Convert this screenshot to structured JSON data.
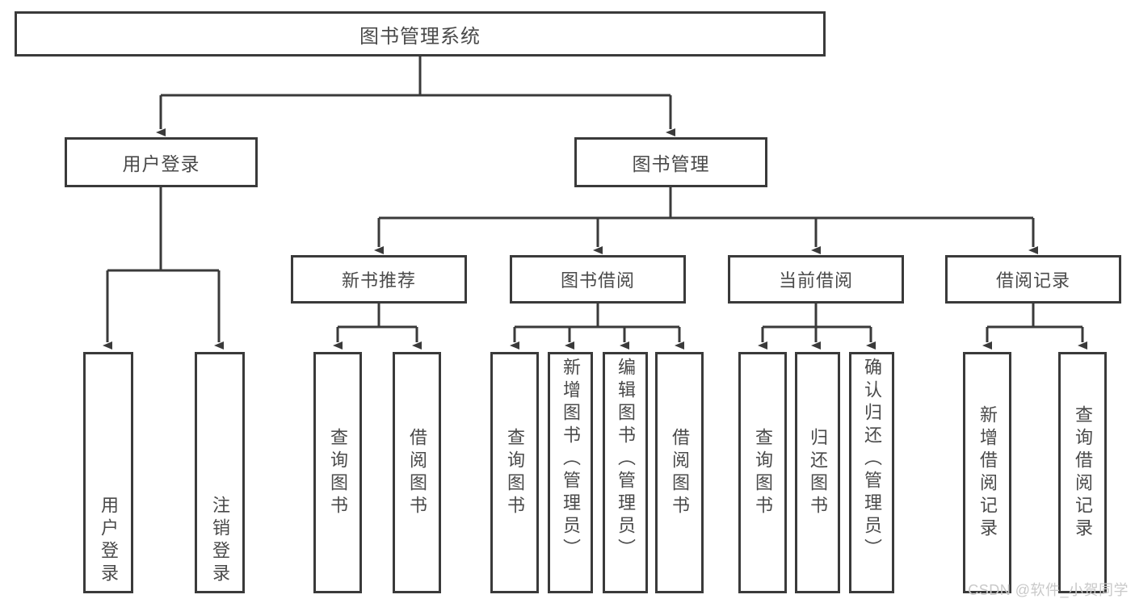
{
  "diagram": {
    "title": "图书管理系统",
    "type": "tree-hierarchy-flowchart",
    "root": {
      "label": "图书管理系统"
    },
    "level2": [
      {
        "label": "用户登录"
      },
      {
        "label": "图书管理"
      }
    ],
    "level3": [
      {
        "label": "新书推荐"
      },
      {
        "label": "图书借阅"
      },
      {
        "label": "当前借阅"
      },
      {
        "label": "借阅记录"
      }
    ],
    "leaves": {
      "user_login": [
        {
          "label": "用户登录"
        },
        {
          "label": "注销登录"
        }
      ],
      "new_book_recommend": [
        {
          "label": "查询图书"
        },
        {
          "label": "借阅图书"
        }
      ],
      "book_borrow": [
        {
          "label": "查询图书"
        },
        {
          "label": "新增图书（管理员）"
        },
        {
          "label": "编辑图书（管理员）"
        },
        {
          "label": "借阅图书"
        }
      ],
      "current_borrow": [
        {
          "label": "查询图书"
        },
        {
          "label": "归还图书"
        },
        {
          "label": "确认归还（管理员）"
        }
      ],
      "borrow_record": [
        {
          "label": "新增借阅记录"
        },
        {
          "label": "查询借阅记录"
        }
      ]
    }
  },
  "watermark": {
    "text": "CSDN @软件_小贺同学"
  },
  "colors": {
    "line": "#3a3a3a",
    "text": "#4a4a4a",
    "background": "#ffffff",
    "watermark": "#c9c9c9"
  }
}
